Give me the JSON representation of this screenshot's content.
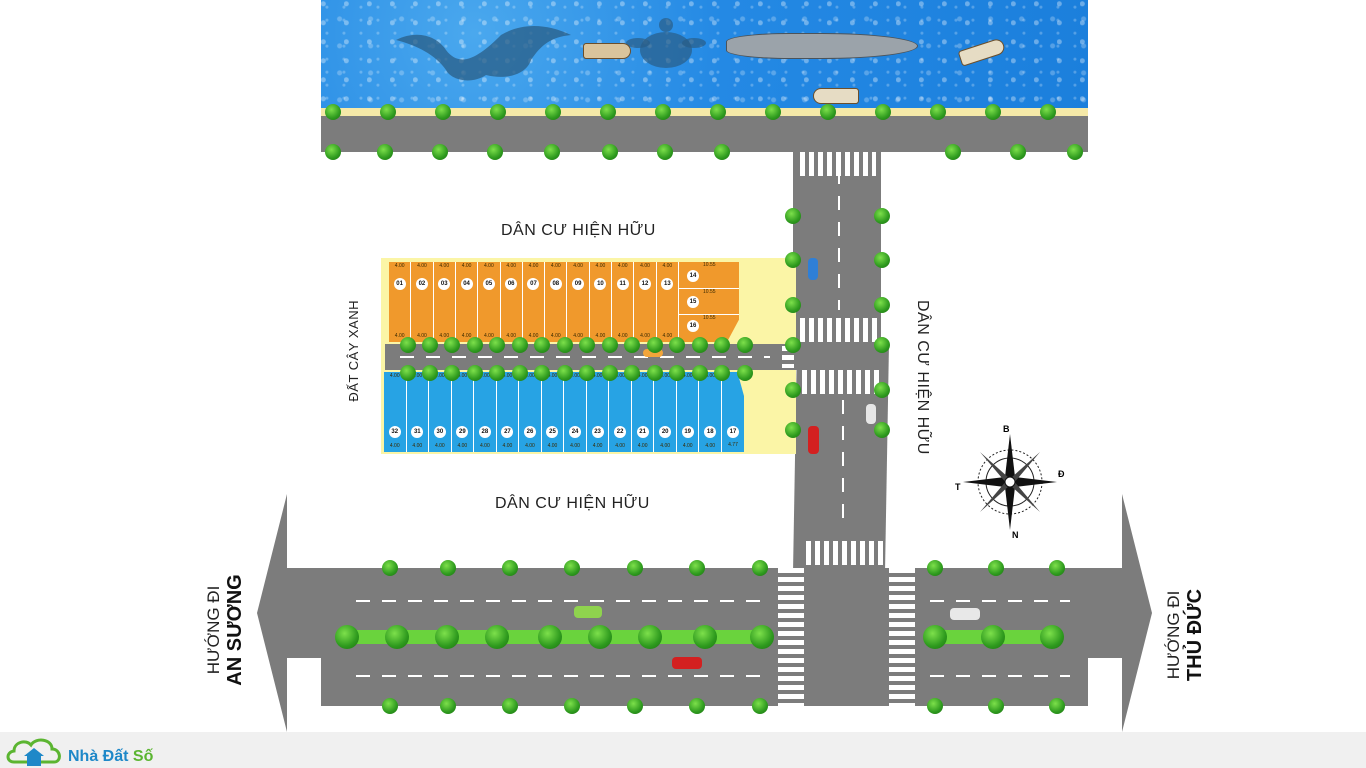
{
  "labels": {
    "existing_top": "DÂN CƯ HIỆN HỮU",
    "existing_bottom": "DÂN CƯ HIỆN HỮU",
    "existing_right": "DÂN CƯ HIỆN HỮU",
    "green_land": "ĐẤT CÂY XANH",
    "left_direction_prefix": "HƯỚNG ĐI",
    "left_direction_place": "AN SƯƠNG",
    "right_direction_prefix": "HƯỚNG ĐI",
    "right_direction_place": "THỦ ĐỨC"
  },
  "compass": {
    "north": "B",
    "south": "N",
    "east": "Đ",
    "west": "T"
  },
  "brand": {
    "name_part1": "Nhà Đất ",
    "name_part2": "Số"
  },
  "colors": {
    "orange_lots": "#f0992c",
    "blue_lots": "#27a3e4",
    "yellow_land": "#fbf5a6",
    "road": "#7c7c7c",
    "river": "#1b7fdc",
    "median": "#6ad33d",
    "brand_green": "#5bb531",
    "brand_blue": "#1e88c8"
  },
  "lots_top": [
    {
      "num": "01",
      "w": "4.00"
    },
    {
      "num": "02",
      "w": "4.00"
    },
    {
      "num": "03",
      "w": "4.00"
    },
    {
      "num": "04",
      "w": "4.00"
    },
    {
      "num": "05",
      "w": "4.00"
    },
    {
      "num": "06",
      "w": "4.00"
    },
    {
      "num": "07",
      "w": "4.00"
    },
    {
      "num": "08",
      "w": "4.00"
    },
    {
      "num": "09",
      "w": "4.00"
    },
    {
      "num": "10",
      "w": "4.00"
    },
    {
      "num": "11",
      "w": "4.00"
    },
    {
      "num": "12",
      "w": "4.00"
    },
    {
      "num": "13",
      "w": "4.00"
    }
  ],
  "lots_top_side": [
    {
      "num": "14",
      "dim": "10.55"
    },
    {
      "num": "15",
      "dim": "10.55"
    },
    {
      "num": "16",
      "dim": "10.55"
    }
  ],
  "lots_bottom": [
    {
      "num": "32",
      "w": "4.00"
    },
    {
      "num": "31",
      "w": "4.00"
    },
    {
      "num": "30",
      "w": "4.00"
    },
    {
      "num": "29",
      "w": "4.00"
    },
    {
      "num": "28",
      "w": "4.00"
    },
    {
      "num": "27",
      "w": "4.00"
    },
    {
      "num": "26",
      "w": "4.00"
    },
    {
      "num": "25",
      "w": "4.00"
    },
    {
      "num": "24",
      "w": "4.00"
    },
    {
      "num": "23",
      "w": "4.00"
    },
    {
      "num": "22",
      "w": "4.00"
    },
    {
      "num": "21",
      "w": "4.00"
    },
    {
      "num": "20",
      "w": "4.00"
    },
    {
      "num": "19",
      "w": "4.00"
    },
    {
      "num": "18",
      "w": "4.00"
    },
    {
      "num": "17",
      "w": "4.77"
    }
  ]
}
